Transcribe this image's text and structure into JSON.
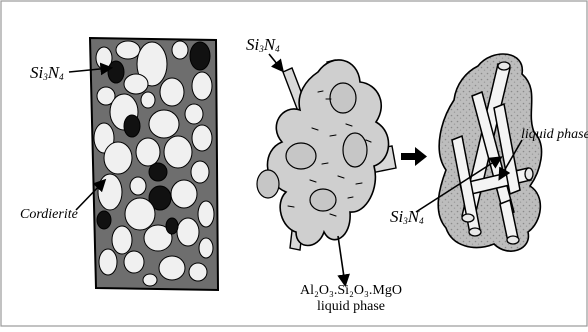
{
  "panel_left": {
    "si3n4_label": {
      "base1": "Si",
      "sub1": "3",
      "base2": "N",
      "sub2": "4"
    },
    "cordierite_label": "Cordierite"
  },
  "panel_middle": {
    "si3n4_label": {
      "base1": "Si",
      "sub1": "3",
      "base2": "N",
      "sub2": "4"
    },
    "oxide_label": "Al₂O₃.Si₂O₃.MgO",
    "liquid_label": "liquid phase"
  },
  "panel_right": {
    "liquid_label": "liquid phase",
    "si3n4_label": {
      "base1": "Si",
      "sub1": "3",
      "base2": "N",
      "sub2": "4"
    }
  },
  "colors": {
    "matrix_gray": "#6e6e6e",
    "grain_white": "#f0f0f0",
    "grain_black": "#111111",
    "blob_gray": "#cfcfcf",
    "rim_gray": "#b8b8b8",
    "outline": "#000000"
  }
}
